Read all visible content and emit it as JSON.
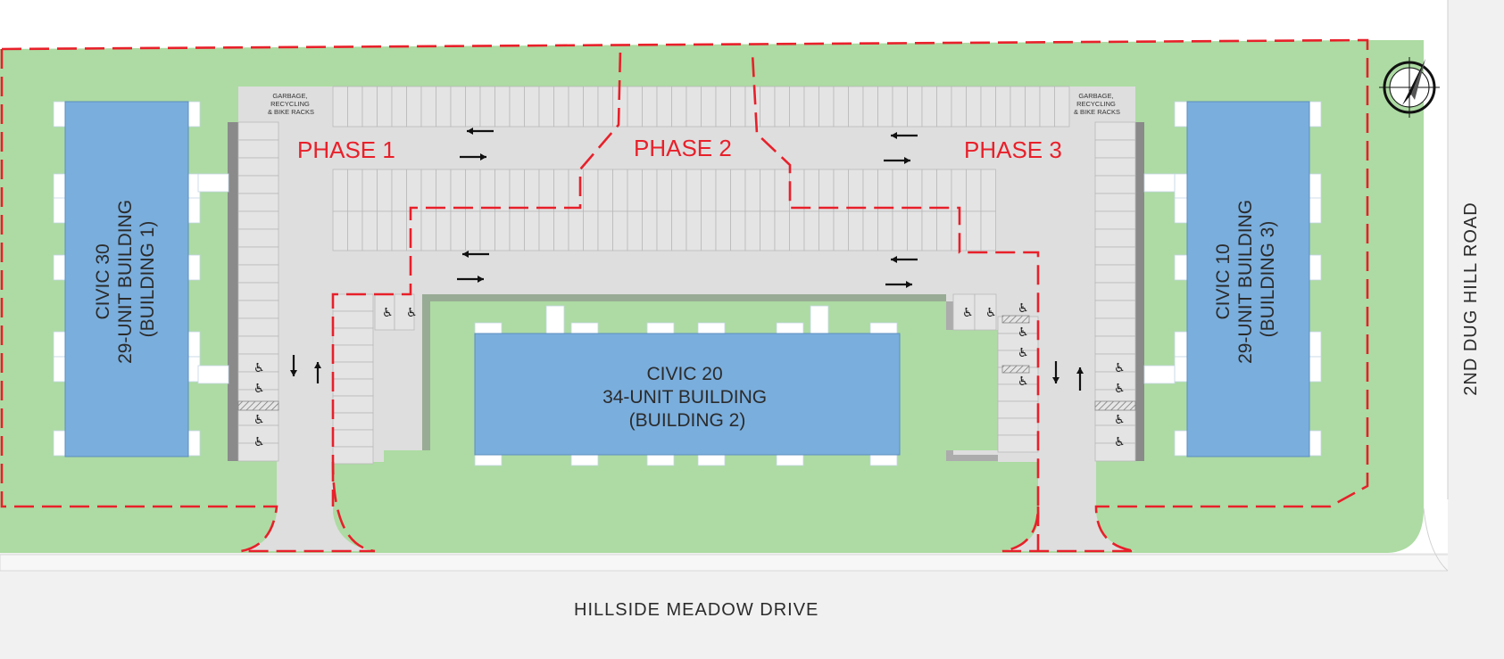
{
  "buildings": {
    "building_1": {
      "line1": "CIVIC 30",
      "line2": "29-UNIT BUILDING",
      "line3": "(BUILDING 1)"
    },
    "building_2": {
      "line1": "CIVIC 20",
      "line2": "34-UNIT BUILDING",
      "line3": "(BUILDING 2)"
    },
    "building_3": {
      "line1": "CIVIC  10",
      "line2": "29-UNIT BUILDING",
      "line3": "(BUILDING 3)"
    }
  },
  "phases": {
    "phase_1": "PHASE 1",
    "phase_2": "PHASE 2",
    "phase_3": "PHASE 3"
  },
  "amenities": {
    "left": {
      "line1": "GARBAGE,",
      "line2": "RECYCLING",
      "line3": "& BIKE RACKS"
    },
    "right": {
      "line1": "GARBAGE,",
      "line2": "RECYCLING",
      "line3": "& BIKE RACKS"
    }
  },
  "roads": {
    "bottom": "HILLSIDE MEADOW DRIVE",
    "right": "2ND DUG HILL ROAD"
  },
  "icons": {
    "north_arrow": "north-arrow-icon",
    "accessible": "accessible-parking-icon",
    "traffic_arrow": "traffic-direction-arrow-icon"
  },
  "colors": {
    "grass": "#addba3",
    "building": "#7aaedd",
    "pavement": "#dedede",
    "phase_boundary": "#e8202a",
    "road": "#efefef"
  }
}
